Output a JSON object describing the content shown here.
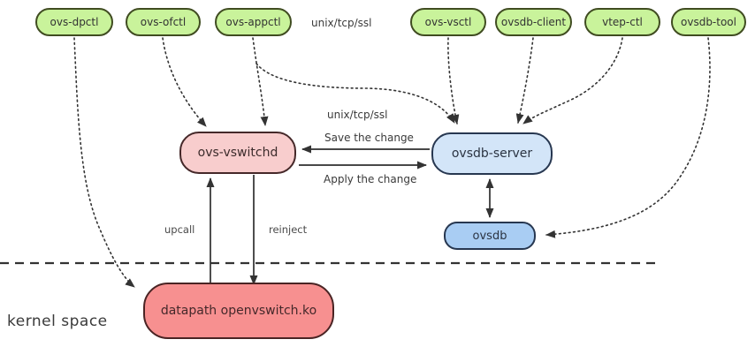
{
  "tools": [
    "ovs-dpctl",
    "ovs-ofctl",
    "ovs-appctl",
    "ovs-vsctl",
    "ovsdb-client",
    "vtep-ctl",
    "ovsdb-tool"
  ],
  "nodes": {
    "vswitchd": "ovs-vswitchd",
    "ovsdb_server": "ovsdb-server",
    "ovsdb": "ovsdb",
    "datapath": "datapath openvswitch.ko"
  },
  "labels": {
    "protocol_top": "unix/tcp/ssl",
    "protocol_mid": "unix/tcp/ssl",
    "save_change": "Save the change",
    "apply_change": "Apply the change",
    "upcall": "upcall",
    "reinject": "reinject",
    "kernel_space": "kernel space"
  },
  "edges": [
    {
      "from": "ovs-dpctl",
      "to": "datapath openvswitch.ko",
      "style": "dotted"
    },
    {
      "from": "ovs-ofctl",
      "to": "ovs-vswitchd",
      "style": "dotted"
    },
    {
      "from": "ovs-appctl",
      "to": "ovs-vswitchd",
      "style": "dotted"
    },
    {
      "from": "ovs-appctl",
      "to": "ovsdb-server",
      "style": "dotted"
    },
    {
      "from": "ovs-vsctl",
      "to": "ovsdb-server",
      "style": "dotted"
    },
    {
      "from": "ovsdb-client",
      "to": "ovsdb-server",
      "style": "dotted"
    },
    {
      "from": "vtep-ctl",
      "to": "ovsdb-server",
      "style": "dotted"
    },
    {
      "from": "ovsdb-tool",
      "to": "ovsdb",
      "style": "dotted"
    },
    {
      "from": "ovsdb-server",
      "to": "ovs-vswitchd",
      "label": "Save the change",
      "style": "solid"
    },
    {
      "from": "ovs-vswitchd",
      "to": "ovsdb-server",
      "label": "Apply the change",
      "style": "solid"
    },
    {
      "from": "ovsdb-server",
      "to": "ovsdb",
      "style": "solid-double"
    },
    {
      "from": "datapath openvswitch.ko",
      "to": "ovs-vswitchd",
      "label": "upcall",
      "style": "solid"
    },
    {
      "from": "ovs-vswitchd",
      "to": "datapath openvswitch.ko",
      "label": "reinject",
      "style": "solid"
    }
  ],
  "colors": {
    "tool_fill": "#c9f39b",
    "vswitchd_fill": "#f8cdcd",
    "server_fill": "#d3e5f8",
    "ovsdb_fill": "#a9cdf3",
    "datapath_fill": "#f79090",
    "line": "#333333",
    "background": "#ffffff"
  }
}
